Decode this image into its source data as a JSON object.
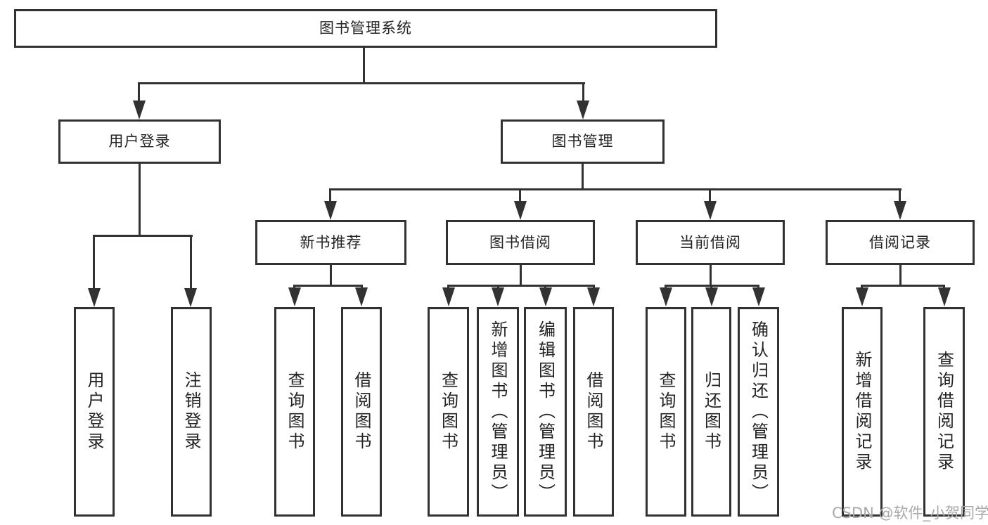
{
  "colors": {
    "line": "#323232",
    "text": "#232323",
    "watermark": "#a9a9a9"
  },
  "diagram": {
    "root": {
      "label": "图书管理系统"
    },
    "level2": [
      {
        "label": "用户登录"
      },
      {
        "label": "图书管理"
      }
    ],
    "level3": [
      {
        "label": "新书推荐"
      },
      {
        "label": "图书借阅"
      },
      {
        "label": "当前借阅"
      },
      {
        "label": "借阅记录"
      }
    ],
    "leaves": {
      "user_login": [
        {
          "label": "用户登录"
        },
        {
          "label": "注销登录"
        }
      ],
      "new_book": [
        {
          "label": "查询图书"
        },
        {
          "label": "借阅图书"
        }
      ],
      "book_borrow": [
        {
          "label": "查询图书"
        },
        {
          "label": "新增图书（管理员）"
        },
        {
          "label": "编辑图书（管理员）"
        },
        {
          "label": "借阅图书"
        }
      ],
      "current_borrow": [
        {
          "label": "查询图书"
        },
        {
          "label": "归还图书"
        },
        {
          "label": "确认归还（管理员）"
        }
      ],
      "borrow_record": [
        {
          "label": "新增借阅记录"
        },
        {
          "label": "查询借阅记录"
        }
      ]
    }
  },
  "watermark": {
    "text": "CSDN @软件_小贺同学"
  }
}
